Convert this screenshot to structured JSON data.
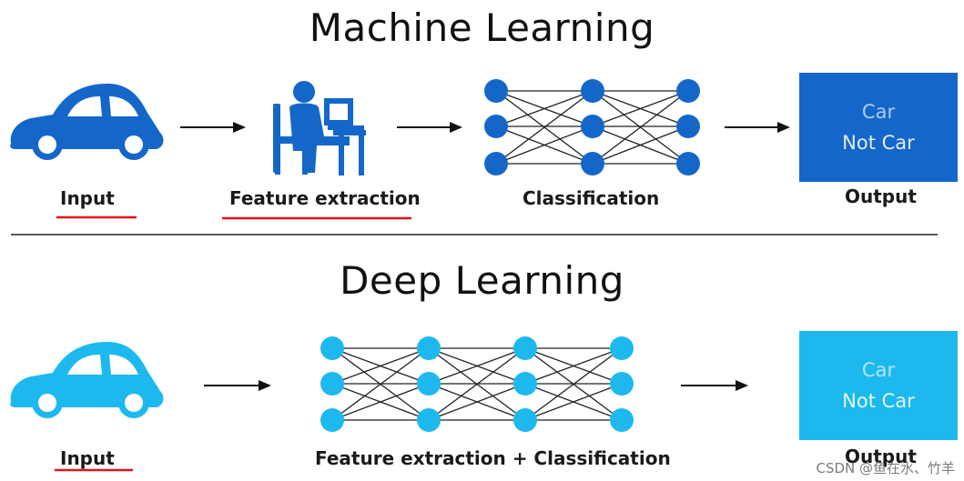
{
  "colors": {
    "ml_blue": "#1467C9",
    "dl_cyan": "#1DB9EE",
    "underline": "#E0141C",
    "divider": "#222222",
    "arrow": "#111111",
    "ml_output_bg": "#1467C9",
    "dl_output_bg": "#1DB9EE"
  },
  "machine_learning": {
    "title": "Machine Learning",
    "input_icon": "car-icon",
    "input_label": "Input",
    "feature_icon": "person-at-computer-icon",
    "feature_label": "Feature extraction",
    "classification_label": "Classification",
    "output_lines": [
      "Car",
      "Not Car"
    ],
    "output_label": "Output"
  },
  "deep_learning": {
    "title": "Deep Learning",
    "input_icon": "car-icon",
    "input_label": "Input",
    "network_label": "Feature extraction + Classification",
    "output_lines": [
      "Car",
      "Not Car"
    ],
    "output_label": "Output"
  },
  "watermark": "CSDN @鱼在水、竹羊"
}
